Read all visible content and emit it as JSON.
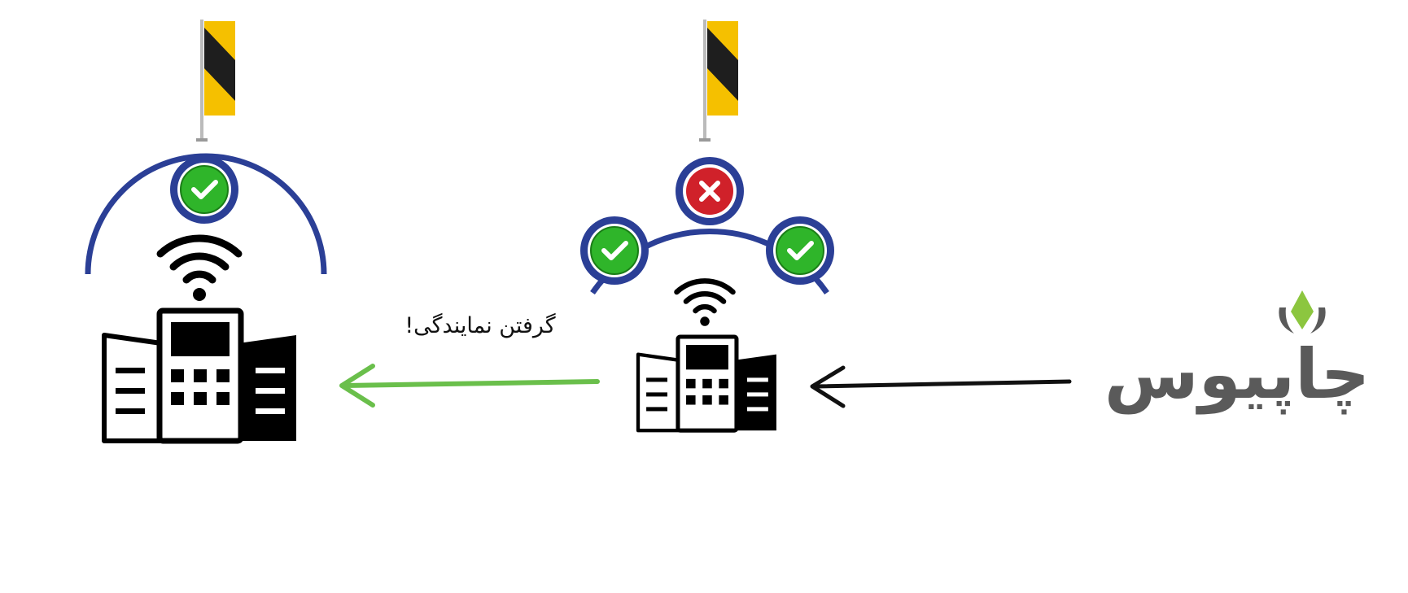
{
  "diagram": {
    "caption": "گرفتن نمایندگی!",
    "logo_text": "چاپیوس",
    "left_node": {
      "status": [
        "ok"
      ]
    },
    "middle_node": {
      "status": [
        "ok",
        "fail",
        "ok"
      ]
    },
    "icons": [
      "flag-icon",
      "check-icon",
      "cross-icon",
      "wifi-icon",
      "building-icon",
      "arrow-left-icon"
    ]
  },
  "colors": {
    "arc": "#2b3f96",
    "ok": "#2fb52a",
    "fail": "#d0212a",
    "arrow_green": "#6abf4b",
    "logo_green": "#8cc63f",
    "logo_gray": "#5a5a5a",
    "flag_yellow": "#f5c000"
  }
}
